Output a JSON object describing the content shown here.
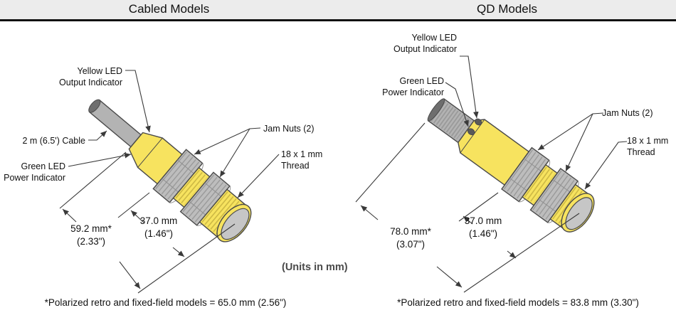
{
  "header": {
    "left_title": "Cabled Models",
    "right_title": "QD Models"
  },
  "units_note": "(Units in mm)",
  "cabled": {
    "labels": {
      "yellow_led": "Yellow LED\nOutput Indicator",
      "cable": "2 m (6.5') Cable",
      "green_led": "Green LED\nPower Indicator",
      "jam_nuts": "Jam Nuts (2)",
      "thread": "18 x 1 mm\nThread"
    },
    "dimensions": {
      "overall_length": "59.2 mm*\n(2.33\")",
      "nut_to_face": "37.0 mm\n(1.46\")"
    },
    "footnote": "*Polarized retro and fixed-field models = 65.0 mm (2.56\")"
  },
  "qd": {
    "labels": {
      "yellow_led": "Yellow LED\nOutput Indicator",
      "green_led": "Green LED\nPower Indicator",
      "jam_nuts": "Jam Nuts (2)",
      "thread": "18 x 1 mm\nThread"
    },
    "dimensions": {
      "overall_length": "78.0 mm*\n(3.07\")",
      "nut_to_face": "37.0 mm\n(1.46\")"
    },
    "footnote": "*Polarized retro and fixed-field models = 83.8 mm (3.30\")"
  },
  "colors": {
    "header_bg": "#ececec",
    "rule": "#111111",
    "text": "#111111",
    "units_text": "#4a4a4a",
    "outline": "#4a4a4a",
    "line": "#3a3a3a",
    "body_yellow": "#f7e35f",
    "thread_stripe": "#cdb945",
    "metal_gray": "#bdbdbd",
    "metal_stripe": "#9a9a9a",
    "facet": "#8f8f8f",
    "cable_gray": "#b3b3b3",
    "cap_gray": "#6e6e6e",
    "face_gray": "#c6c6c6",
    "led_gray": "#5a5a5a"
  }
}
